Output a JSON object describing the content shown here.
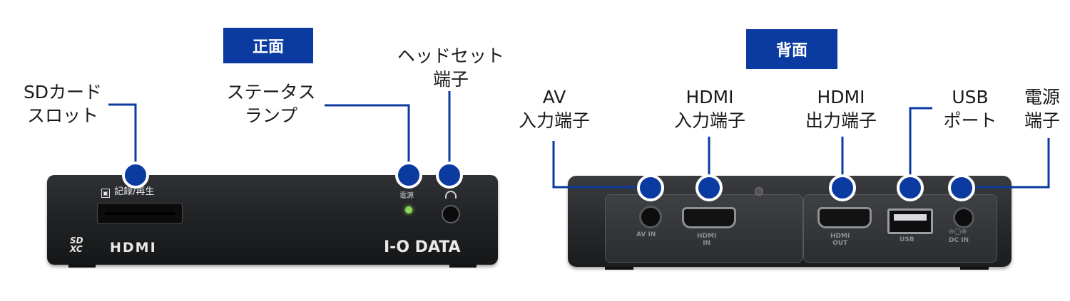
{
  "front": {
    "title": "正面",
    "callouts": {
      "sd_slot": [
        "SDカード",
        "スロット"
      ],
      "status_lamp": [
        "ステータス",
        "ランプ"
      ],
      "headset": [
        "ヘッドセット",
        "端子"
      ]
    },
    "panel": {
      "record_label": "記録/再生",
      "power_label": "電源",
      "sdxc_logo": "SD XC",
      "hdmi_logo": "HDMI",
      "brand_logo": "I-O DATA"
    }
  },
  "back": {
    "title": "背面",
    "callouts": {
      "av_in": [
        "AV",
        "入力端子"
      ],
      "hdmi_in": [
        "HDMI",
        "入力端子"
      ],
      "hdmi_out": [
        "HDMI",
        "出力端子"
      ],
      "usb": [
        "USB",
        "ポート"
      ],
      "power": [
        "電源",
        "端子"
      ]
    },
    "panel": {
      "av_in": "AV IN",
      "hdmi_in": [
        "HDMI",
        "IN"
      ],
      "hdmi_out": [
        "HDMI",
        "OUT"
      ],
      "usb": "USB",
      "dc_in": "DC IN"
    }
  },
  "colors": {
    "accent": "#0b3aa0",
    "device": "#1e2022",
    "lamp": "#8fd95a"
  }
}
